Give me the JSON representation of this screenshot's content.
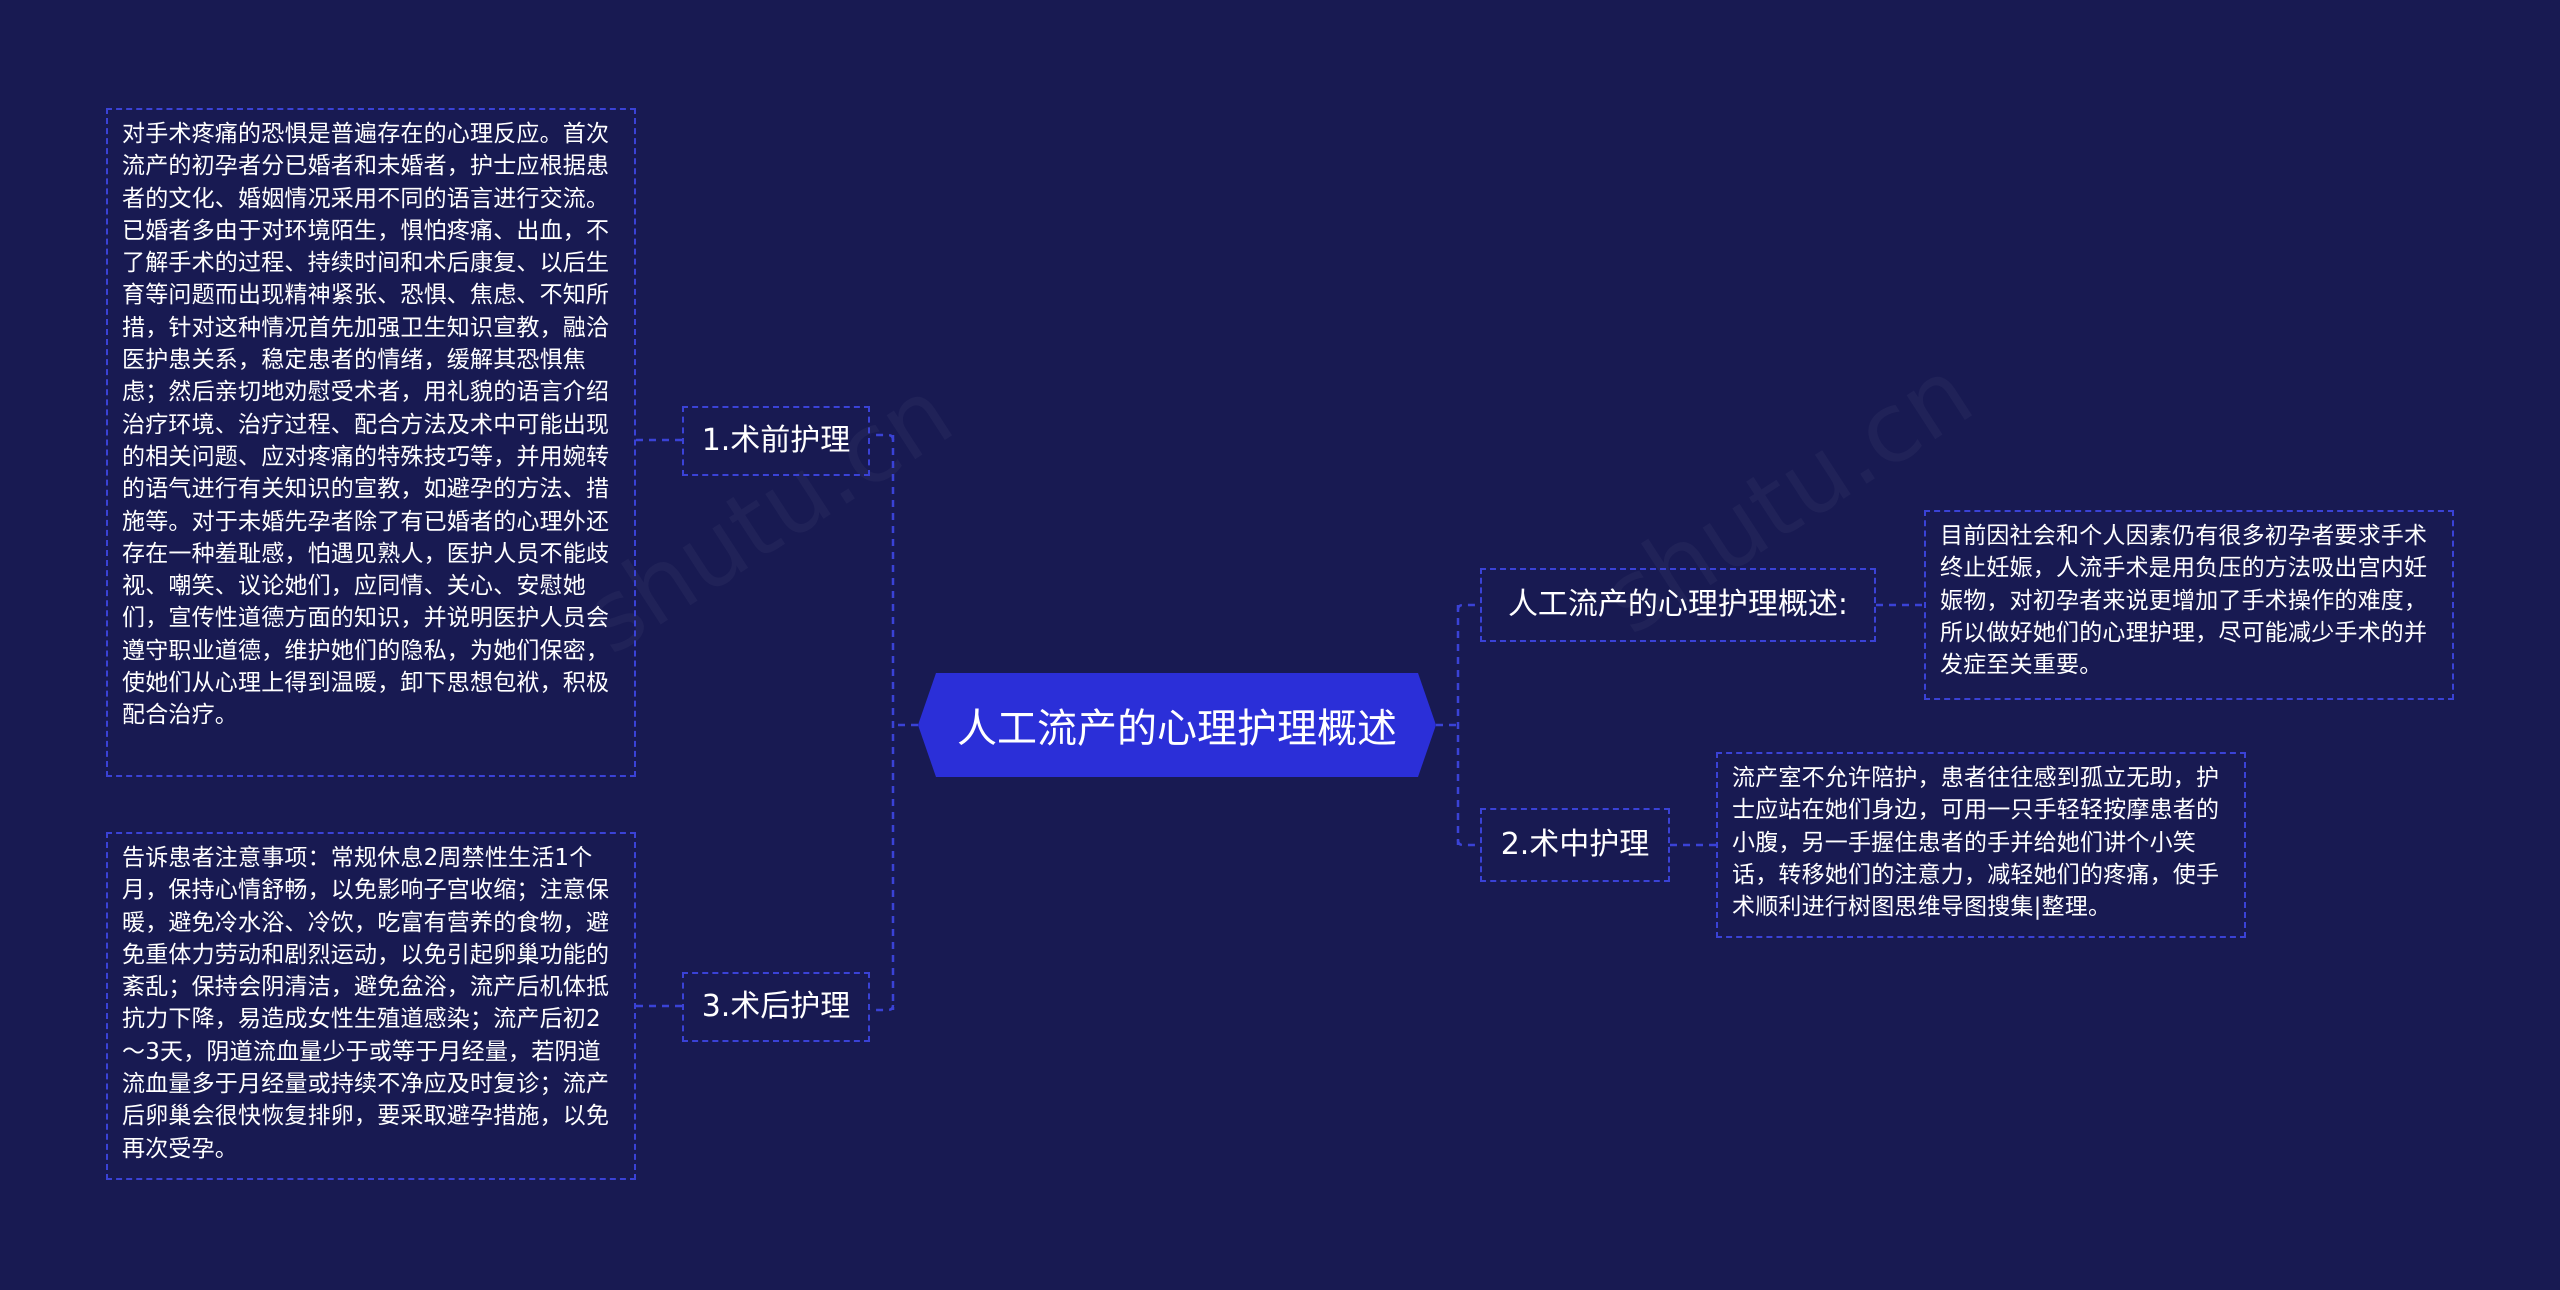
{
  "watermark": "shutu.cn",
  "center": {
    "label": "人工流产的心理护理概述"
  },
  "branches": [
    {
      "label": "1.术前护理",
      "detail": "对手术疼痛的恐惧是普遍存在的心理反应。首次流产的初孕者分已婚者和未婚者，护士应根据患者的文化、婚姻情况采用不同的语言进行交流。已婚者多由于对环境陌生，惧怕疼痛、出血，不了解手术的过程、持续时间和术后康复、以后生育等问题而出现精神紧张、恐惧、焦虑、不知所措，针对这种情况首先加强卫生知识宣教，融洽医护患关系，稳定患者的情绪，缓解其恐惧焦虑；然后亲切地劝慰受术者，用礼貌的语言介绍治疗环境、治疗过程、配合方法及术中可能出现的相关问题、应对疼痛的特殊技巧等，并用婉转的语气进行有关知识的宣教，如避孕的方法、措施等。对于未婚先孕者除了有已婚者的心理外还存在一种羞耻感，怕遇见熟人，医护人员不能歧视、嘲笑、议论她们，应同情、关心、安慰她们，宣传性道德方面的知识，并说明医护人员会遵守职业道德，维护她们的隐私，为她们保密，使她们从心理上得到温暖，卸下思想包袱，积极配合治疗。"
    },
    {
      "label": "3.术后护理",
      "detail": "告诉患者注意事项：常规休息2周禁性生活1个月，保持心情舒畅，以免影响子宫收缩；注意保暖，避免冷水浴、冷饮，吃富有营养的食物，避免重体力劳动和剧烈运动，以免引起卵巢功能的紊乱；保持会阴清洁，避免盆浴，流产后机体抵抗力下降，易造成女性生殖道感染；流产后初2～3天，阴道流血量少于或等于月经量，若阴道流血量多于月经量或持续不净应及时复诊；流产后卵巢会很快恢复排卵，要采取避孕措施，以免再次受孕。"
    },
    {
      "label": "人工流产的心理护理概述:",
      "detail": "目前因社会和个人因素仍有很多初孕者要求手术终止妊娠，人流手术是用负压的方法吸出宫内妊娠物，对初孕者来说更增加了手术操作的难度，所以做好她们的心理护理，尽可能减少手术的并发症至关重要。"
    },
    {
      "label": "2.术中护理",
      "detail": "流产室不允许陪护，患者往往感到孤立无助，护士应站在她们身边，可用一只手轻轻按摩患者的小腹，另一手握住患者的手并给她们讲个小笑话，转移她们的注意力，减轻她们的疼痛，使手术顺利进行树图思维导图搜集|整理。"
    }
  ]
}
